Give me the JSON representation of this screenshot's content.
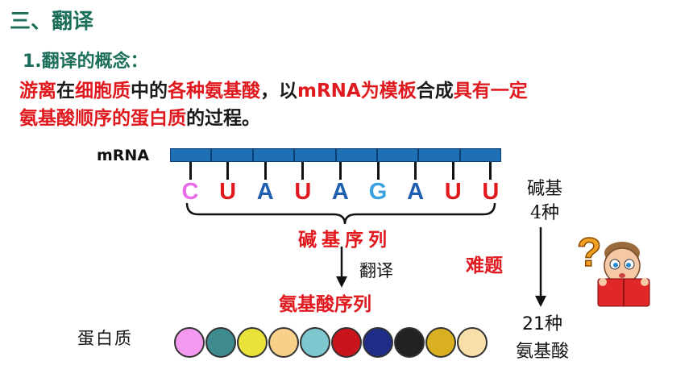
{
  "heading": "三、翻译",
  "subheading": "1.翻译的概念：",
  "definition": {
    "line1": [
      {
        "text": "游离",
        "red": true
      },
      {
        "text": "在",
        "red": false
      },
      {
        "text": "细胞质",
        "red": true
      },
      {
        "text": "中的",
        "red": false
      },
      {
        "text": "各种氨基酸",
        "red": true
      },
      {
        "text": "，以",
        "red": false
      },
      {
        "text": "mRNA为模板",
        "red": true
      },
      {
        "text": "合成",
        "red": false
      },
      {
        "text": "具有一定",
        "red": true
      }
    ],
    "line2": [
      {
        "text": "氨基酸顺序的蛋白质",
        "red": true
      },
      {
        "text": "的过程。",
        "red": false
      }
    ]
  },
  "diagram": {
    "mrna_label": "mRNA",
    "bases": [
      {
        "letter": "C",
        "color": "#e86be8"
      },
      {
        "letter": "U",
        "color": "#e0191f"
      },
      {
        "letter": "A",
        "color": "#1f5fb0"
      },
      {
        "letter": "U",
        "color": "#e0191f"
      },
      {
        "letter": "A",
        "color": "#1f5fb0"
      },
      {
        "letter": "G",
        "color": "#3aa0e0"
      },
      {
        "letter": "A",
        "color": "#1f5fb0"
      },
      {
        "letter": "U",
        "color": "#e0191f"
      },
      {
        "letter": "U",
        "color": "#e0191f"
      }
    ],
    "bases_label_line1": "碱基",
    "bases_label_line2": "4种",
    "brace_label": "碱基序列",
    "translation_label": "翻译",
    "difficulty_label": "难题",
    "amino_sequence_label": "氨基酸序列",
    "protein_label": "蛋白质",
    "amino_count_line1": "21种",
    "amino_count_line2": "氨基酸",
    "bead_colors": [
      "#f49af0",
      "#3d8a8f",
      "#e8e23a",
      "#f7d089",
      "#7ec7cf",
      "#c9141c",
      "#1f2d86",
      "#222222",
      "#d9b020",
      "#f8dea8"
    ]
  }
}
